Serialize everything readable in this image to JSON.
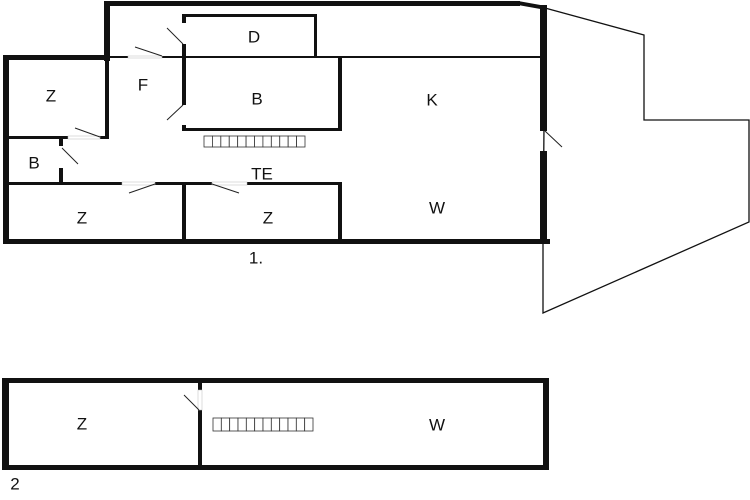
{
  "floors": [
    {
      "label": "1.",
      "rooms": [
        {
          "id": "d",
          "label": "D"
        },
        {
          "id": "z-top-left",
          "label": "Z"
        },
        {
          "id": "f",
          "label": "F"
        },
        {
          "id": "b-main",
          "label": "B"
        },
        {
          "id": "k",
          "label": "K"
        },
        {
          "id": "b-small",
          "label": "B"
        },
        {
          "id": "te",
          "label": "TE"
        },
        {
          "id": "z-bottom-left",
          "label": "Z"
        },
        {
          "id": "z-bottom-mid",
          "label": "Z"
        },
        {
          "id": "w",
          "label": "W"
        }
      ]
    },
    {
      "label": "2",
      "rooms": [
        {
          "id": "z",
          "label": "Z"
        },
        {
          "id": "w",
          "label": "W"
        }
      ]
    }
  ]
}
